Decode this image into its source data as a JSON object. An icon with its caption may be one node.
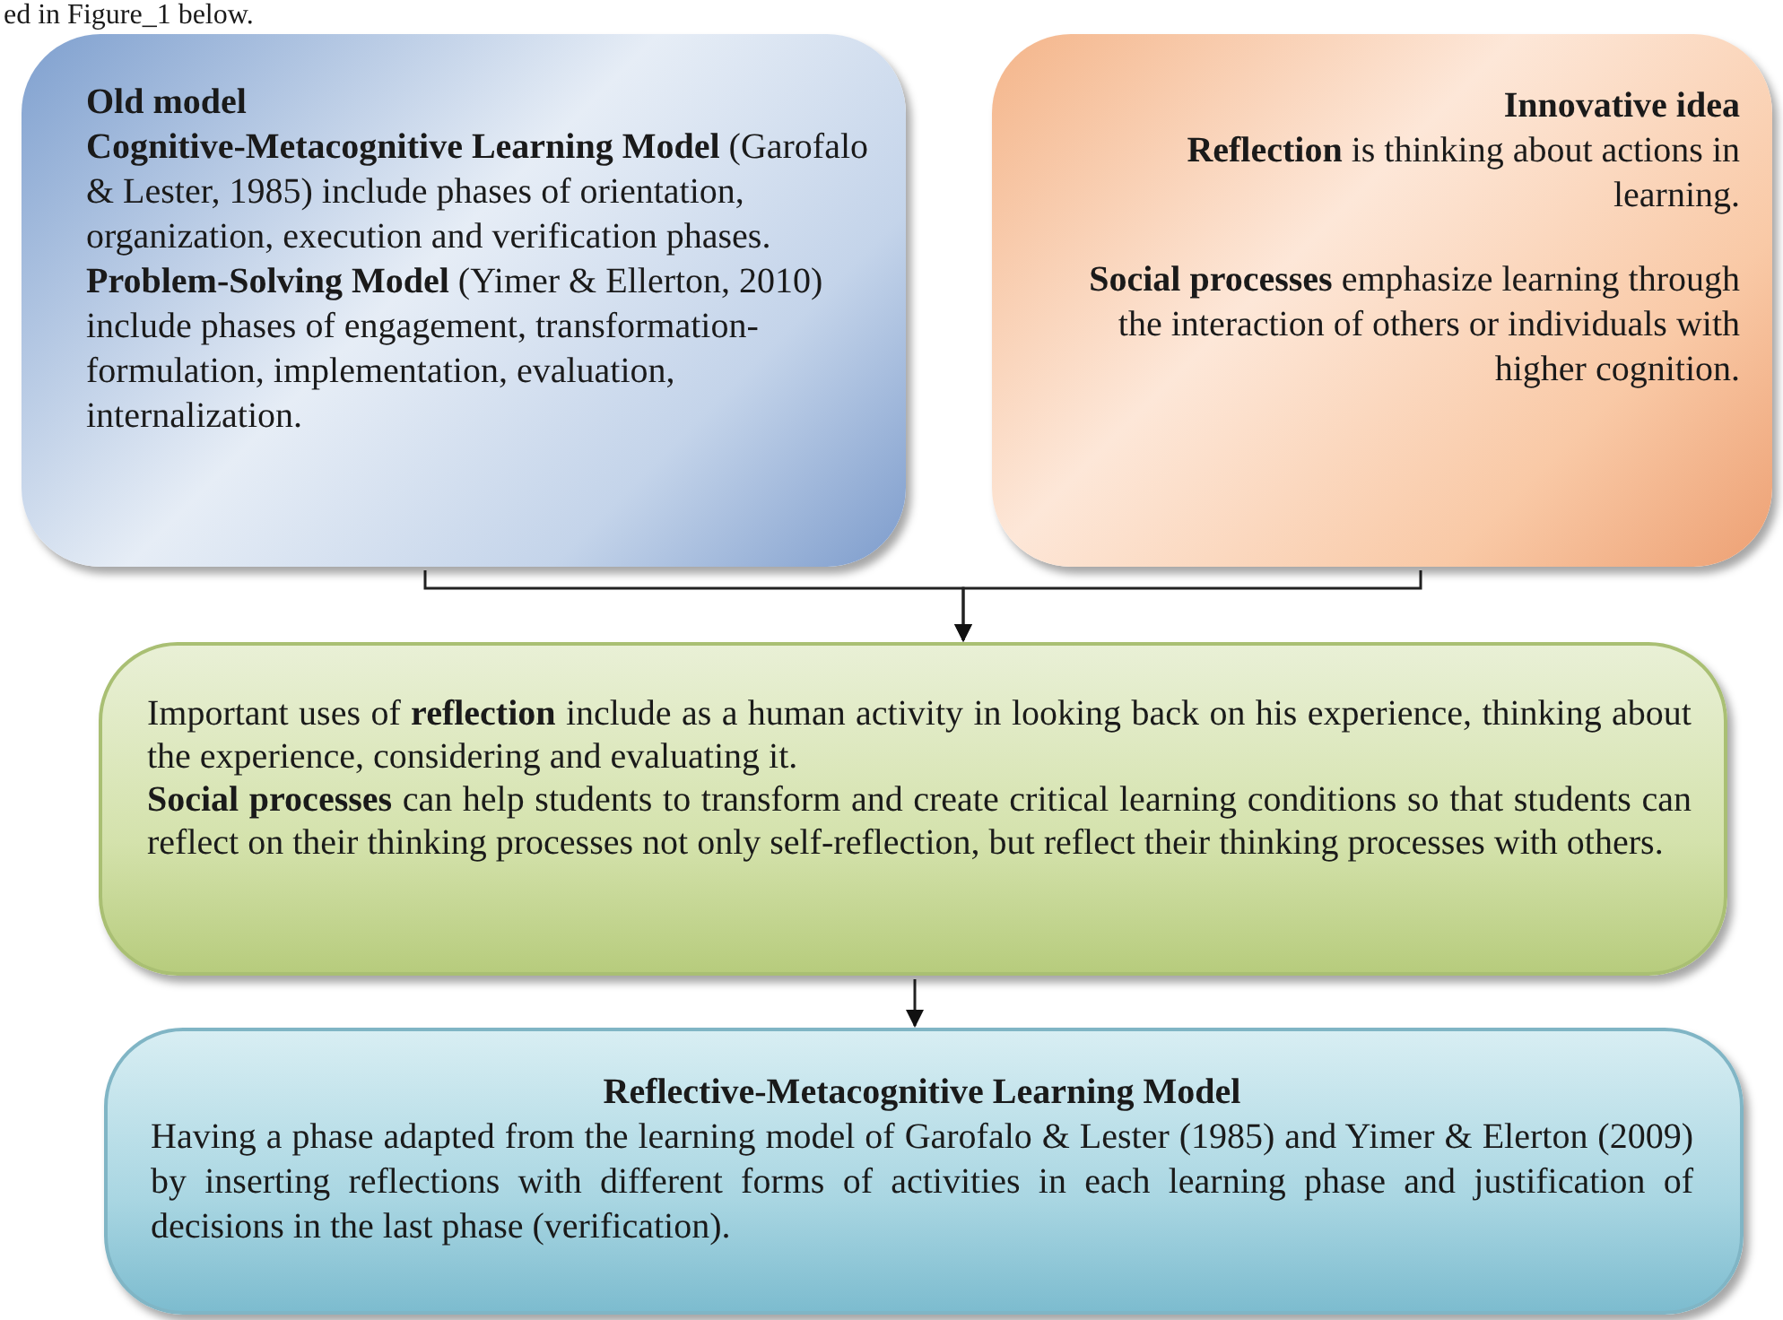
{
  "diagram": {
    "nodes": [
      {
        "text": [
          "Old model",
          "**Cognitive-Metacognitive Learning Model** (Garofalo & Lester, 1985) include phases of orientation, organization, execution and verification phases.",
          "**Problem-Solving Model** (Yimer & Ellerton, 2010) include phases of engagement, transformation-formulation, implementation, evaluation, internalization."
        ]
      },
      {
        "text": [
          "Innovative idea",
          "**Reflection** is thinking about actions in learning.",
          "**Social processes** emphasize learning through the interaction of others or individuals with higher cognition."
        ]
      },
      {
        "text": [
          "Important uses of **reflection** include as a human activity in looking back on his experience, thinking about the experience, considering and evaluating it.",
          "**Social processes** can help students to transform and create critical learning conditions so that students can reflect on their thinking processes not only self-reflection, but reflect their thinking processes with others."
        ]
      },
      {
        "text": [
          "Reflective-Metacognitive Learning Model",
          "Having a phase adapted from the learning model of Garofalo & Lester (1985) and Yimer & Elerton (2009) by inserting reflections with different forms of activities in each learning phase and justification of decisions in the last phase (verification)."
        ]
      }
    ],
    "edges": [
      {
        "from": 0,
        "to": 2,
        "arrow": "to"
      },
      {
        "from": 1,
        "to": 2,
        "arrow": "to"
      },
      {
        "from": 2,
        "to": 3,
        "arrow": "to"
      }
    ],
    "labels": [
      "ed in Figure_1 below."
    ]
  }
}
